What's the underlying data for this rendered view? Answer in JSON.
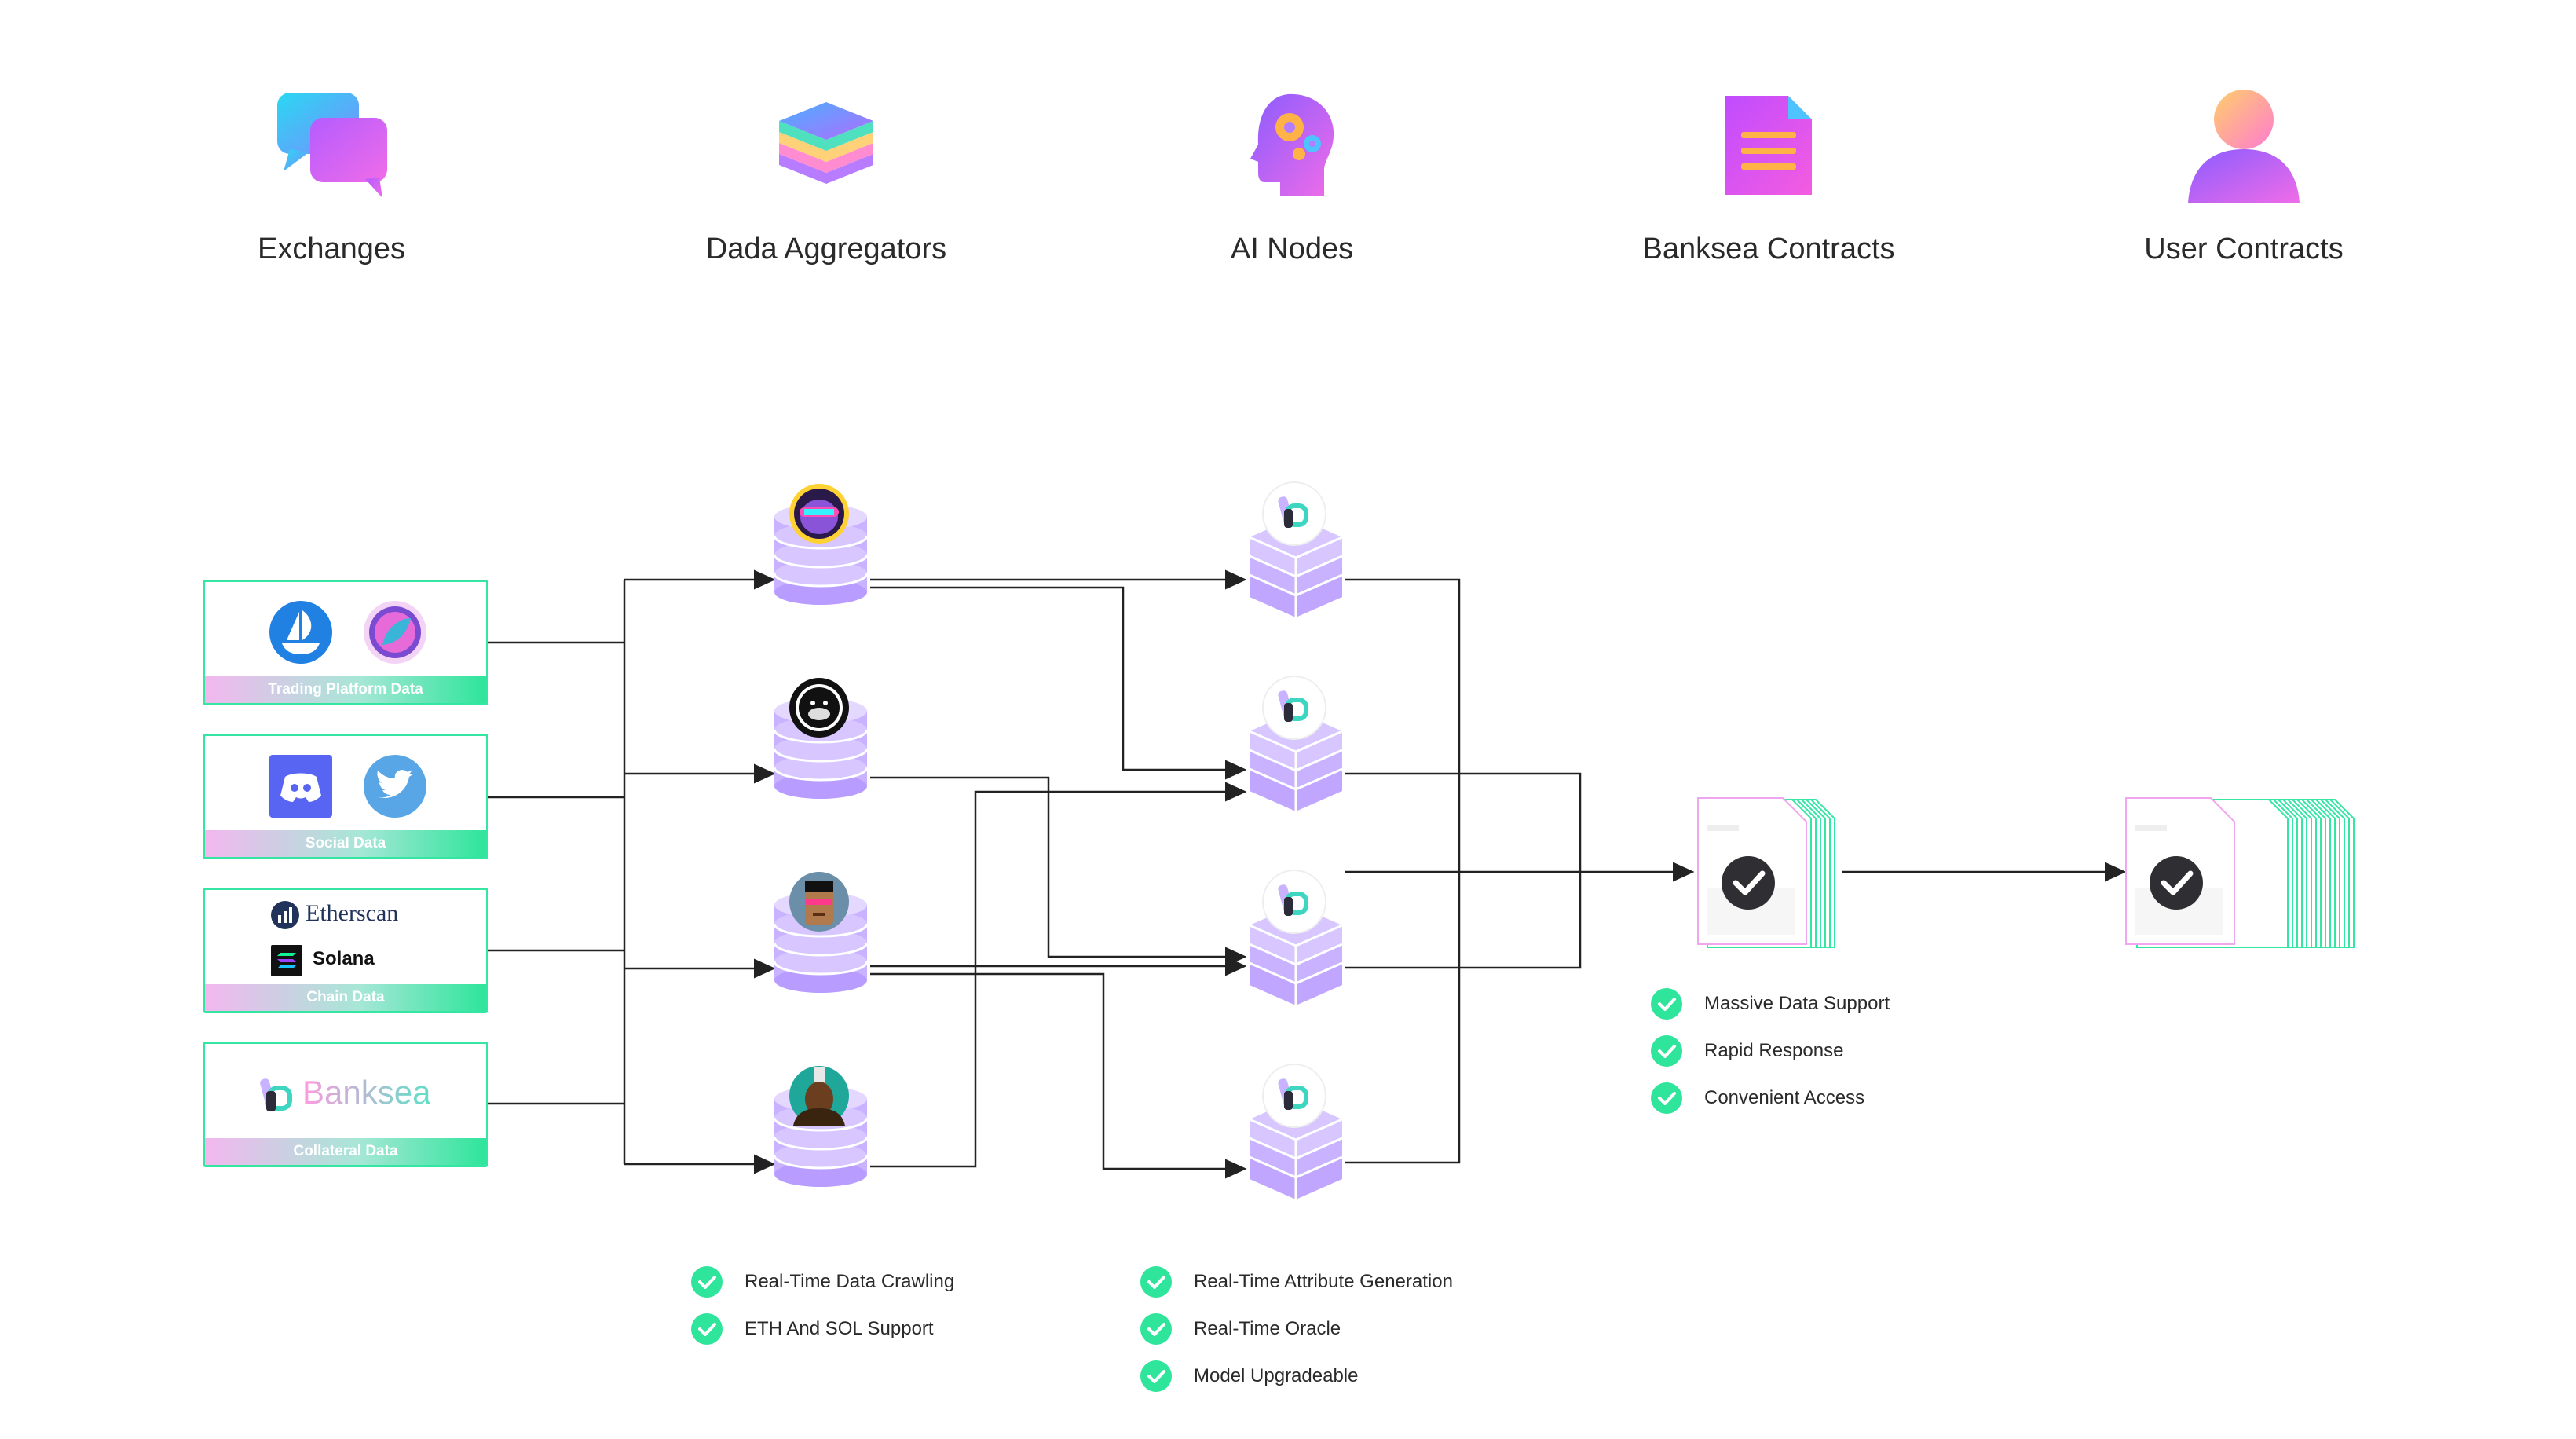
{
  "headers": {
    "exchanges": "Exchanges",
    "aggregators": "Dada Aggregators",
    "ai_nodes": "AI Nodes",
    "banksea_contracts": "Banksea Contracts",
    "user_contracts": "User Contracts"
  },
  "sources": {
    "trading": {
      "label": "Trading Platform Data"
    },
    "social": {
      "label": "Social Data"
    },
    "chain": {
      "label": "Chain Data",
      "etherscan": "Etherscan",
      "solana": "Solana"
    },
    "collateral": {
      "label": "Collateral Data",
      "logo_text": "Banksea"
    }
  },
  "aggregator_features": [
    "Real-Time Data Crawling",
    "ETH And SOL Support"
  ],
  "ai_features": [
    "Real-Time Attribute Generation",
    "Real-Time Oracle",
    "Model Upgradeable"
  ],
  "contract_features": [
    "Massive Data Support",
    "Rapid Response",
    "Convenient Access"
  ],
  "icons": {
    "exchanges": "chat-bubbles-icon",
    "aggregators": "layers-stack-icon",
    "ai_nodes": "head-gears-icon",
    "banksea_contracts": "document-icon",
    "user_contracts": "user-icon"
  },
  "colors": {
    "accent_green": "#2ee59b",
    "db_purple": "#c9b2ff",
    "gradient_pink": "#f07cf0"
  }
}
